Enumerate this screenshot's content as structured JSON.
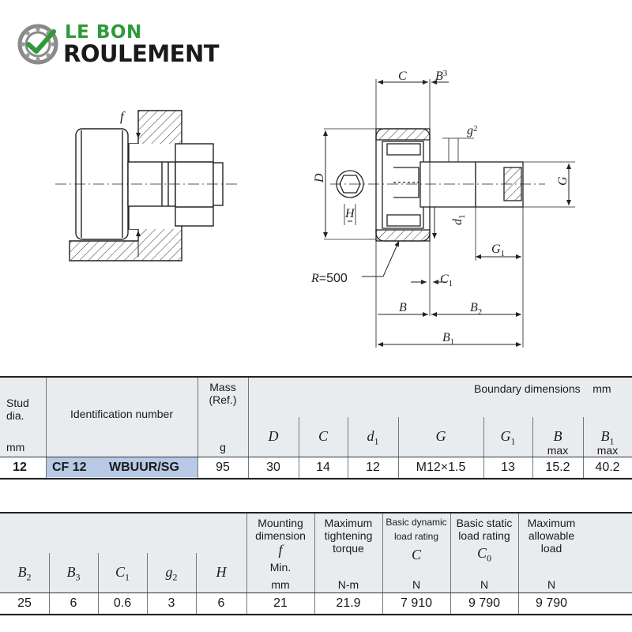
{
  "brand": {
    "line1": "LE BON",
    "line2": "ROULEMENT",
    "accent": "#2e9a3a"
  },
  "drawing": {
    "labels": {
      "f": "f",
      "C": "C",
      "B3": "B",
      "B3_sub": "3",
      "g2": "g",
      "g2_sub": "2",
      "D": "D",
      "G": "G",
      "H": "H",
      "d1": "d",
      "d1_sub": "1",
      "G1": "G",
      "G1_sub": "1",
      "R": "R",
      "R_val": "=500",
      "C1": "C",
      "C1_sub": "1",
      "B": "B",
      "B2": "B",
      "B2_sub": "2",
      "B1": "B",
      "B1_sub": "1"
    }
  },
  "table1": {
    "headers": {
      "stud": "Stud",
      "dia": "dia.",
      "mm": "mm",
      "ident": "Identification number",
      "mass": "Mass",
      "ref": "(Ref.)",
      "g": "g",
      "boundary": "Boundary dimensions",
      "boundary_unit": "mm",
      "D": "D",
      "C": "C",
      "d1": "d",
      "d1_sub": "1",
      "G": "G",
      "G1": "G",
      "G1_sub": "1",
      "B": "B",
      "B_max": "max",
      "B1": "B",
      "B1_sub": "1",
      "B1_max": "max"
    },
    "row": {
      "stud": "12",
      "id_a": "CF 12",
      "id_b": "WBUUR/SG",
      "mass": "95",
      "D": "30",
      "C": "14",
      "d1": "12",
      "G": "M12×1.5",
      "G1": "13",
      "B": "15.2",
      "B1": "40.2"
    }
  },
  "table2": {
    "headers": {
      "B2": "B",
      "B2_sub": "2",
      "B3": "B",
      "B3_sub": "3",
      "C1": "C",
      "C1_sub": "1",
      "g2": "g",
      "g2_sub": "2",
      "H": "H",
      "mount1": "Mounting",
      "mount2": "dimension",
      "mount_sym": "f",
      "mount_min": "Min.",
      "mount_unit": "mm",
      "torque1": "Maximum",
      "torque2": "tightening",
      "torque3": "torque",
      "torque_unit": "N-m",
      "dyn1": "Basic dynamic",
      "dyn2": "load rating",
      "dyn_sym": "C",
      "dyn_unit": "N",
      "stat1": "Basic static",
      "stat2": "load rating",
      "stat_sym": "C",
      "stat_sub": "0",
      "stat_unit": "N",
      "max1": "Maximum",
      "max2": "allowable",
      "max3": "load",
      "max_unit": "N"
    },
    "row": {
      "B2": "25",
      "B3": "6",
      "C1": "0.6",
      "g2": "3",
      "H": "6",
      "f": "21",
      "torque": "21.9",
      "dyn": "7 910",
      "stat": "9 790",
      "max": "9 790"
    }
  }
}
